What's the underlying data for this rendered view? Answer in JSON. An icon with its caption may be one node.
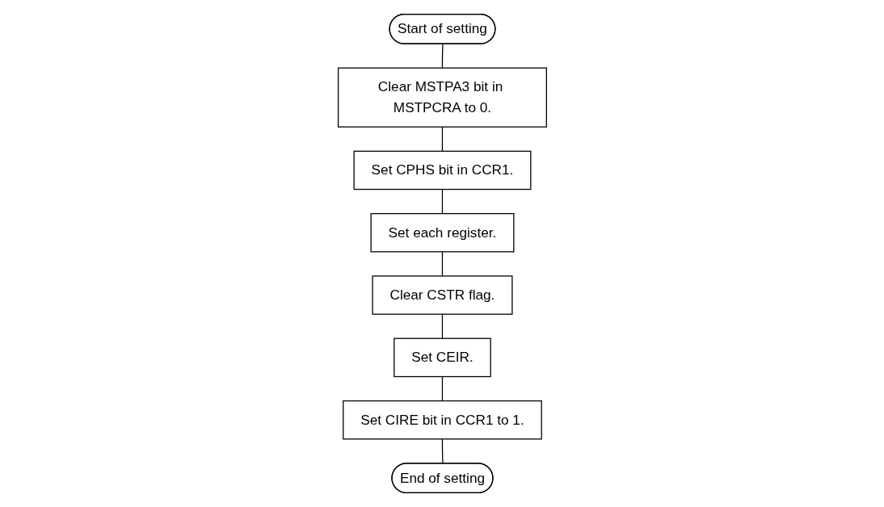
{
  "diagram": {
    "nodes": [
      {
        "text": [
          "Start of setting"
        ]
      },
      {
        "text": [
          "Clear MSTPA3 bit in MSTPCRA to 0."
        ]
      },
      {
        "text": [
          "Set CPHS bit in CCR1."
        ]
      },
      {
        "text": [
          "Set each register."
        ]
      },
      {
        "text": [
          "Clear CSTR flag."
        ]
      },
      {
        "text": [
          "Set CEIR."
        ]
      },
      {
        "text": [
          "Set CIRE bit in CCR1 to 1."
        ]
      },
      {
        "text": [
          "End of setting"
        ]
      }
    ],
    "edges": [
      {
        "from": 0,
        "to": 1,
        "arrow": "none"
      },
      {
        "from": 1,
        "to": 2,
        "arrow": "none"
      },
      {
        "from": 2,
        "to": 3,
        "arrow": "none"
      },
      {
        "from": 3,
        "to": 4,
        "arrow": "none"
      },
      {
        "from": 4,
        "to": 5,
        "arrow": "none"
      },
      {
        "from": 5,
        "to": 6,
        "arrow": "none"
      },
      {
        "from": 6,
        "to": 7,
        "arrow": "none"
      }
    ]
  }
}
